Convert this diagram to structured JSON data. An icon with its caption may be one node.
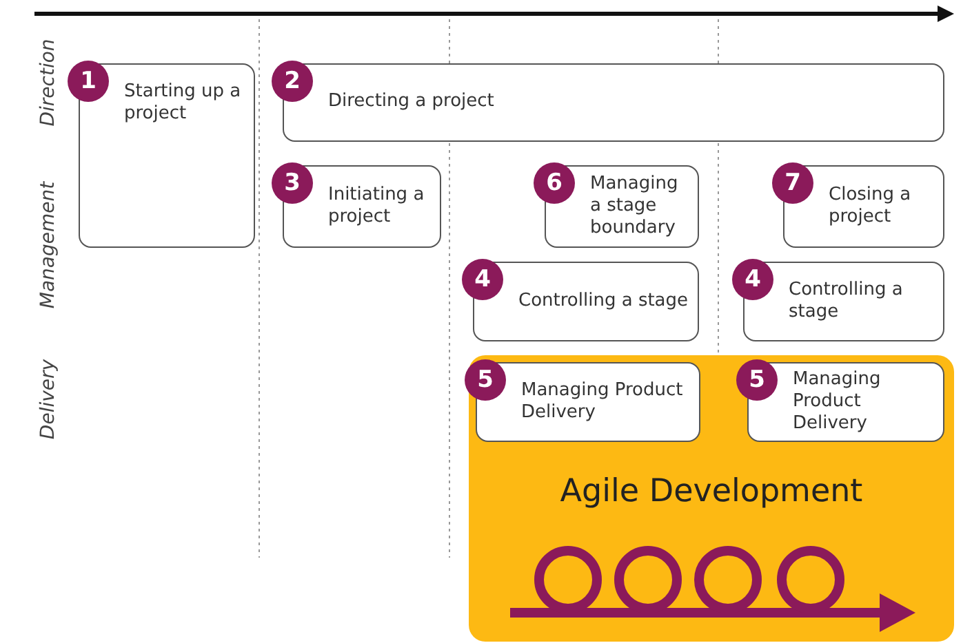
{
  "diagram": {
    "nodes": [
      {
        "text": [
          "1",
          "Starting up a project"
        ]
      },
      {
        "text": [
          "2",
          "Directing a project"
        ]
      },
      {
        "text": [
          "3",
          "Initiating a project"
        ]
      },
      {
        "text": [
          "6",
          "Managing a stage boundary"
        ]
      },
      {
        "text": [
          "7",
          "Closing a project"
        ]
      },
      {
        "text": [
          "4",
          "Controlling a stage"
        ]
      },
      {
        "text": [
          "4",
          "Controlling a stage"
        ]
      },
      {
        "text": [
          "Agile Development"
        ]
      },
      {
        "text": [
          "5",
          "Managing Product Delivery"
        ],
        "in": 7
      },
      {
        "text": [
          "5",
          "Managing Product Delivery"
        ],
        "in": 7
      }
    ],
    "labels": [
      "Direction",
      "Management",
      "Delivery"
    ]
  }
}
